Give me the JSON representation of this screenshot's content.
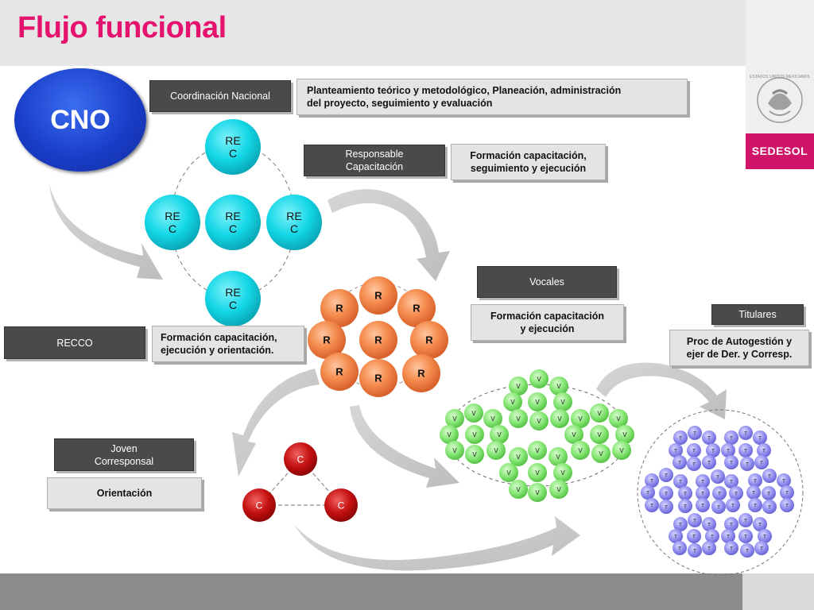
{
  "header": {
    "title": "Flujo funcional"
  },
  "logo": {
    "seal_text": "ESTADOS UNIDOS MEXICANOS",
    "brand": "SEDESOL"
  },
  "cno": {
    "label": "CNO"
  },
  "boxes": {
    "coordinacion": "Coordinación Nacional",
    "planteamiento": [
      "Planteamiento teórico y metodológico, Planeación, administración",
      "del proyecto, seguimiento y evaluación"
    ],
    "responsable": [
      "Responsable",
      "Capacitación"
    ],
    "formacion_resp": [
      "Formación capacitación,",
      "seguimiento y ejecución"
    ],
    "vocales": "Vocales",
    "formacion_voc": [
      "Formación capacitación",
      "y ejecución"
    ],
    "titulares": "Titulares",
    "proc": [
      "Proc de Autogestión y",
      "ejer de Der. y Corresp."
    ],
    "recco": "RECCO",
    "formacion_recco": [
      "Formación capacitación,",
      "ejecución y orientación."
    ],
    "joven": [
      "Joven",
      "Corresponsal"
    ],
    "orientacion": "Orientación"
  },
  "nodes": {
    "rec_label": [
      "RE",
      "C"
    ],
    "r_label": "R",
    "c_label": "C",
    "v_label": "V",
    "t_label": "T"
  },
  "colors": {
    "title": "#e5126e",
    "rec": "#12d6e6",
    "r": "#f07a3a",
    "c": "#c41010",
    "v": "#7ee06a",
    "t": "#8a86e8",
    "sedesol": "#d01469"
  }
}
